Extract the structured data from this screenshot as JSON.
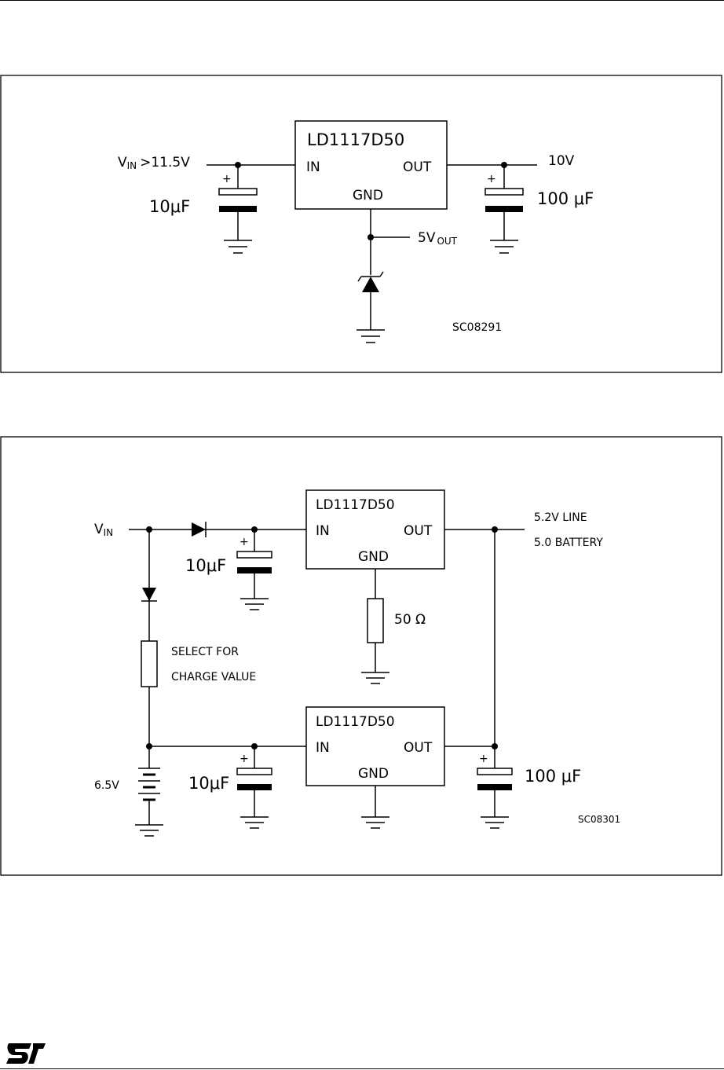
{
  "brand": {
    "logo_text": "ST",
    "logo_color": "#000000"
  },
  "figure1": {
    "ic": {
      "part": "LD1117D50",
      "pin_in": "IN",
      "pin_out": "OUT",
      "pin_gnd": "GND"
    },
    "vin": {
      "main": "V",
      "sub": "IN",
      "suffix": ">11.5V"
    },
    "cin": {
      "value": "10μF",
      "polarity": "+"
    },
    "cout": {
      "value": "100 μF",
      "polarity": "+"
    },
    "vout": "10V",
    "tap": {
      "main": "5V",
      "sub": "OUT"
    },
    "code": "SC08291"
  },
  "figure2": {
    "ic_top": {
      "part": "LD1117D50",
      "pin_in": "IN",
      "pin_out": "OUT",
      "pin_gnd": "GND"
    },
    "ic_bottom": {
      "part": "LD1117D50",
      "pin_in": "IN",
      "pin_out": "OUT",
      "pin_gnd": "GND"
    },
    "vin": {
      "main": "V",
      "sub": "IN"
    },
    "cap_top": {
      "value": "10μF",
      "polarity": "+"
    },
    "cap_bottom_in": {
      "value": "10μF",
      "polarity": "+"
    },
    "cap_bottom_out": {
      "value": "100 μF",
      "polarity": "+"
    },
    "resistor": "50 Ω",
    "select_line1": "SELECT FOR",
    "select_line2": "CHARGE VALUE",
    "out_line1": "5.2V  LINE",
    "out_line2": "5.0  BATTERY",
    "battery": "6.5V",
    "code": "SC08301"
  }
}
